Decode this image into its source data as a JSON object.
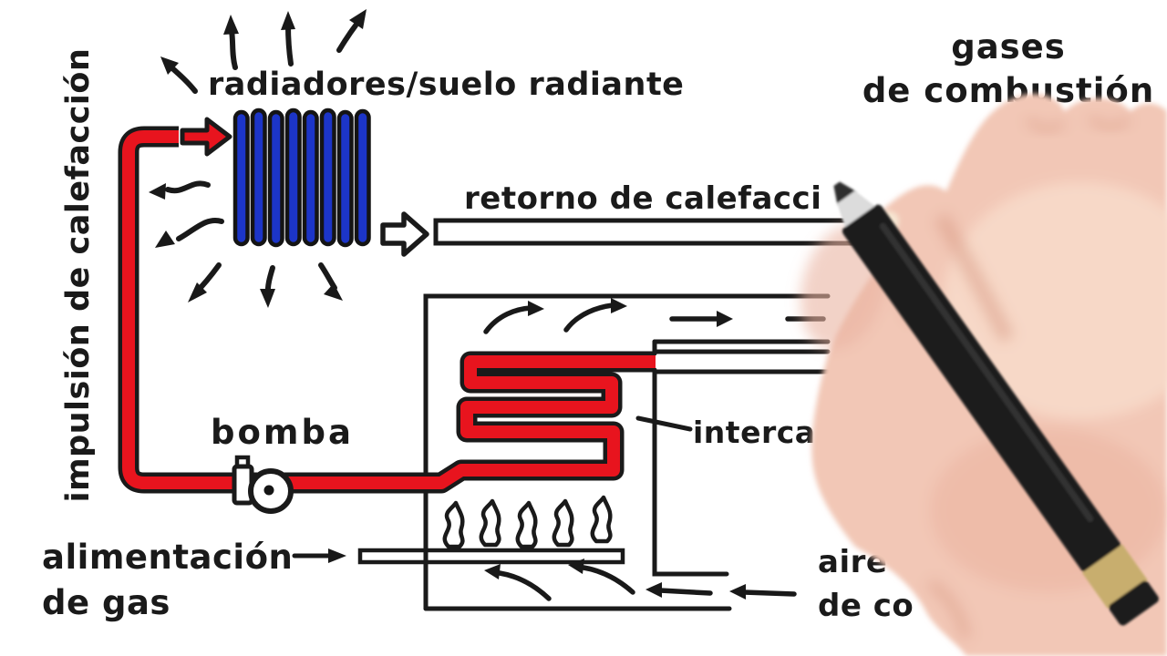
{
  "labels": {
    "impulsion": "impulsión de calefacción",
    "radiadores": "radiadores/suelo radiante",
    "retorno": "retorno de calefacci",
    "gases_l1": "gases",
    "gases_l2": "de combustión",
    "bomba": "bomba",
    "intercambiador": "interca",
    "alimentacion_l1": "alimentación",
    "alimentacion_l2": "de gas",
    "aire_l1": "aire",
    "aire_l2": "de co"
  },
  "colors": {
    "ink": "#1a1a1a",
    "pipe_red": "#e8141e",
    "radiator_blue": "#1c35c8",
    "paper": "#ffffff",
    "skin": "#f2c7b6",
    "pen_black": "#1b1b1b",
    "pen_ring_gold": "#c8ae6e"
  }
}
